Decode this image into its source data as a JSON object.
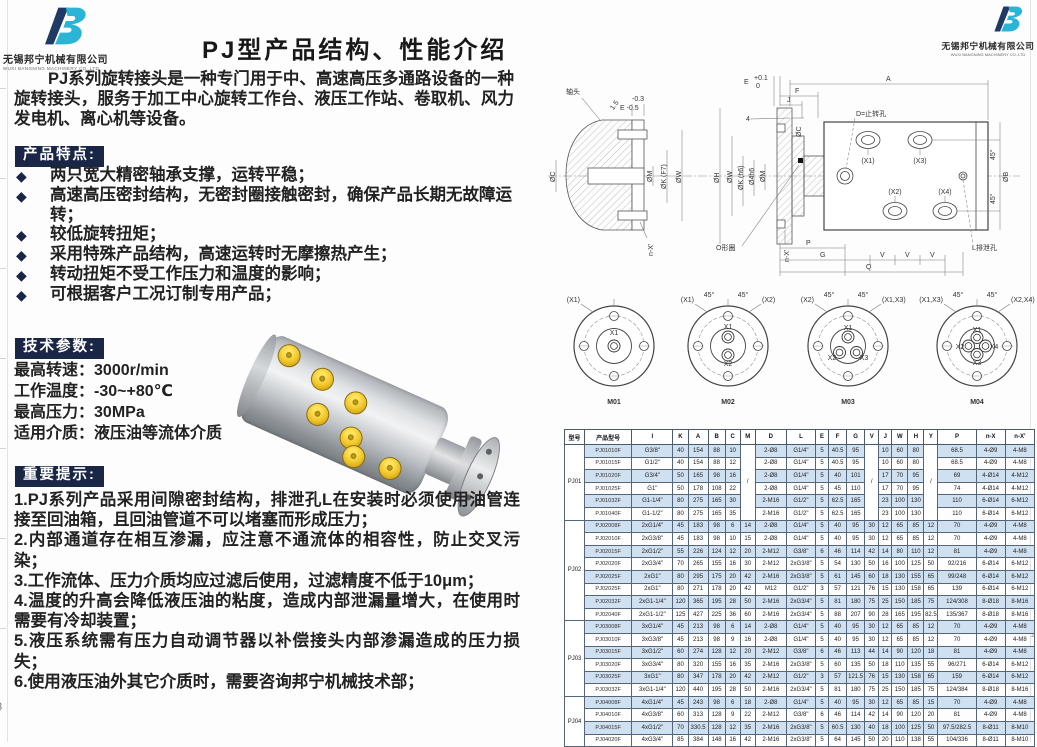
{
  "page": {
    "side_mark_left": "3",
    "side_mark_right": "2"
  },
  "ui": {
    "bullet": "◆"
  },
  "logo": {
    "company_cn": "无锡邦宁机械有限公司",
    "company_en": "WUXI BANGNING MACHINERY CO.,LTD"
  },
  "header": {
    "title": "PJ型产品结构、性能介绍"
  },
  "intro": "PJ系列旋转接头是一种专门用于中、高速高压多通路设备的一种旋转接头，服务于加工中心旋转工作台、液压工作站、卷取机、风力发电机、离心机等设备。",
  "features": {
    "heading": "产品特点:",
    "items": [
      "两只宽大精密轴承支撑，运转平稳；",
      "高速高压密封结构，无密封圈接触密封，确保产品长期无故障运转；",
      "较低旋转扭矩；",
      "采用特殊产品结构，高速运转时无摩擦热产生；",
      "转动扭矩不受工作压力和温度的影响；",
      "可根据客户工况订制专用产品；"
    ]
  },
  "tech_params": {
    "heading": "技术参数:",
    "items": [
      {
        "label": "最高转速：",
        "value": "3000r/min"
      },
      {
        "label": "工作温度：",
        "value": "-30~+80℃"
      },
      {
        "label": "最高压力：",
        "value": "30MPa"
      },
      {
        "label": "适用介质：",
        "value": "液压油等流体介质"
      }
    ]
  },
  "notes": {
    "heading": "重要提示:",
    "items": [
      "1.PJ系列产品采用间隙密封结构，排泄孔L在安装时必须使用油管连接至回油箱，且回油管道不可以堵塞而形成压力；",
      "2.内部通道存在相互渗漏，应注意不通流体的相容性，防止交叉污染；",
      "3.工作流体、压力介质均应过滤后使用，过滤精度不低于10μm；",
      "4.温度的升高会降低液压油的粘度，造成内部泄漏量增大，在使用时需要有冷却装置；",
      "5.液压系统需有压力自动调节器以补偿接头内部渗漏造成的压力损失；",
      "6.使用液压油外其它介质时，需要咨询邦宁机械技术部；"
    ]
  },
  "drawing": {
    "labels": {
      "shaft_head": "轴头",
      "tol_top": "-0.3",
      "tol_bottom": "E -0.5",
      "chamfer": "1.5",
      "phi_c": "ØC",
      "phi_m": "ØM",
      "phi_k_f7": "ØK (F7)",
      "phi_w": "ØW",
      "n_x": "n-X'",
      "e": "E",
      "e_plus": "+0.1",
      "e_zero": "0",
      "dim_4": "4",
      "f": "F",
      "j": "J",
      "a": "A",
      "d_hole": "D=止转孔",
      "x1": "(X1)",
      "x2": "(X2)",
      "x3": "(X3)",
      "x4": "(X4)",
      "phi_b": "ØB",
      "deg45": "45°",
      "phi_h": "ØH",
      "phi_k_h6": "ØK (h6)",
      "phi_4h6": "Ø4h6",
      "o_ring": "O形圈",
      "l_hole": "L排泄孔",
      "p": "P",
      "g": "G",
      "v": "V",
      "q": "Q"
    },
    "views": [
      {
        "name": "M01",
        "left_label": "(X1)",
        "right_label": "",
        "deg_left": "",
        "deg_right": "",
        "ports": [
          "X1"
        ]
      },
      {
        "name": "M02",
        "left_label": "(X1)",
        "right_label": "(X2)",
        "deg_left": "45°",
        "deg_right": "45°",
        "ports": [
          "X1",
          "X2"
        ]
      },
      {
        "name": "M03",
        "left_label": "(X2)",
        "right_label": "(X1,X3)",
        "deg_left": "45°",
        "deg_right": "45°",
        "ports": [
          "X1",
          "X2",
          "X3"
        ]
      },
      {
        "name": "M04",
        "left_label": "(X1,X3)",
        "right_label": "(X2,X4)",
        "deg_left": "45°",
        "deg_right": "45°",
        "ports": [
          "X1",
          "X2",
          "X3",
          "X4"
        ]
      }
    ]
  },
  "table": {
    "headers": [
      "型号",
      "产品型号",
      "I",
      "K",
      "A",
      "B",
      "C",
      "M",
      "D",
      "L",
      "E",
      "F",
      "G",
      "V",
      "J",
      "W",
      "H",
      "Y",
      "P",
      "n-X",
      "n-X'"
    ],
    "groups": [
      {
        "model": "PJ01",
        "span_value": "/",
        "rows": [
          [
            "PJ01010F",
            "G3/8\"",
            "40",
            "154",
            "88",
            "10",
            null,
            "2-Ø8",
            "G1/4\"",
            "5",
            "40.5",
            "95",
            null,
            "10",
            "60",
            "80",
            null,
            "68.5",
            "4-Ø9",
            "4-M8"
          ],
          [
            "PJ01015F",
            "G1/2\"",
            "40",
            "154",
            "88",
            "12",
            null,
            "2-Ø8",
            "G1/4\"",
            "5",
            "40.5",
            "95",
            null,
            "10",
            "60",
            "80",
            null,
            "68.5",
            "4-Ø9",
            "4-M8"
          ],
          [
            "PJ01020F",
            "G3/4\"",
            "50",
            "165",
            "98",
            "16",
            null,
            "2-Ø8",
            "G1/4\"",
            "5",
            "40",
            "101",
            null,
            "17",
            "70",
            "95",
            null,
            "69",
            "4-Ø14",
            "4-M12"
          ],
          [
            "PJ01025F",
            "G1\"",
            "50",
            "178",
            "108",
            "22",
            null,
            "2-Ø8",
            "G1/4\"",
            "5",
            "45",
            "110",
            null,
            "17",
            "70",
            "95",
            null,
            "74",
            "4-Ø14",
            "4-M12"
          ],
          [
            "PJ01032F",
            "G1-1/4\"",
            "80",
            "275",
            "165",
            "30",
            null,
            "2-M16",
            "G1/2\"",
            "5",
            "62.5",
            "165",
            null,
            "23",
            "100",
            "130",
            null,
            "110",
            "6-Ø14",
            "6-M12"
          ],
          [
            "PJ01040F",
            "G1-1/2\"",
            "80",
            "275",
            "165",
            "35",
            null,
            "2-M16",
            "G1/2\"",
            "5",
            "62.5",
            "165",
            null,
            "23",
            "100",
            "130",
            null,
            "110",
            "6-Ø14",
            "6-M12"
          ]
        ]
      },
      {
        "model": "PJ02",
        "span_value": "",
        "rows": [
          [
            "PJ02008F",
            "2xG1/4\"",
            "45",
            "183",
            "98",
            "6",
            "14",
            "2-Ø8",
            "G1/4\"",
            "5",
            "40",
            "95",
            "30",
            "12",
            "65",
            "85",
            "12",
            "70",
            "4-Ø9",
            "4-M8"
          ],
          [
            "PJ02010F",
            "2xG3/8\"",
            "45",
            "183",
            "98",
            "10",
            "15",
            "2-Ø8",
            "G1/4\"",
            "5",
            "40",
            "95",
            "30",
            "12",
            "65",
            "85",
            "12",
            "70",
            "4-Ø9",
            "4-M8"
          ],
          [
            "PJ02015F",
            "2xG1/2\"",
            "55",
            "226",
            "124",
            "12",
            "20",
            "2-M12",
            "G3/8\"",
            "6",
            "46",
            "114",
            "42",
            "14",
            "80",
            "110",
            "12",
            "81",
            "4-Ø9",
            "4-M8"
          ],
          [
            "PJ02020F",
            "2xG3/4\"",
            "70",
            "265",
            "155",
            "16",
            "30",
            "2-M12",
            "2xG3/8\"",
            "5",
            "54",
            "130",
            "50",
            "16",
            "100",
            "125",
            "50",
            "92/216",
            "6-Ø14",
            "6-M12"
          ],
          [
            "PJ02025F",
            "2xG1\"",
            "80",
            "295",
            "175",
            "20",
            "42",
            "2-M16",
            "2xG3/8\"",
            "5",
            "61",
            "145",
            "60",
            "18",
            "130",
            "155",
            "65",
            "99/248",
            "6-Ø14",
            "6-M12"
          ],
          [
            "PJ02025F",
            "2xG1\"",
            "80",
            "271",
            "178",
            "20",
            "42",
            "M12",
            "G1/2\"",
            "3",
            "57",
            "121",
            "76",
            "15",
            "130",
            "158",
            "65",
            "139",
            "6-Ø14",
            "6-M12"
          ],
          [
            "PJ02032F",
            "2xG1-1/4\"",
            "120",
            "365",
            "195",
            "28",
            "50",
            "2-M16",
            "2xG3/4\"",
            "5",
            "81",
            "180",
            "75",
            "25",
            "150",
            "185",
            "75",
            "124/308",
            "8-Ø18",
            "8-M16"
          ],
          [
            "PJ02040F",
            "2xG1-1/2\"",
            "125",
            "427",
            "225",
            "36",
            "60",
            "2-M16",
            "2xG3/4\"",
            "5",
            "88",
            "207",
            "90",
            "28",
            "165",
            "195",
            "82.5",
            "135/367",
            "8-Ø18",
            "8-M16"
          ]
        ]
      },
      {
        "model": "PJ03",
        "span_value": "",
        "rows": [
          [
            "PJ03008F",
            "3xG1/4\"",
            "45",
            "213",
            "98",
            "6",
            "14",
            "2-Ø8",
            "G1/4\"",
            "5",
            "40",
            "95",
            "30",
            "12",
            "65",
            "85",
            "12",
            "70",
            "4-Ø9",
            "4-M8"
          ],
          [
            "PJ03010F",
            "3xG3/8\"",
            "45",
            "213",
            "98",
            "9",
            "16",
            "2-Ø8",
            "G1/4\"",
            "5",
            "40",
            "95",
            "30",
            "12",
            "65",
            "85",
            "12",
            "70",
            "4-Ø9",
            "4-M8"
          ],
          [
            "PJ03015F",
            "3xG1/2\"",
            "60",
            "274",
            "128",
            "12",
            "20",
            "2-M12",
            "G3/8\"",
            "6",
            "46",
            "113",
            "44",
            "14",
            "90",
            "120",
            "18",
            "81",
            "4-Ø9",
            "4-M8"
          ],
          [
            "PJ03020F",
            "3xG3/4\"",
            "80",
            "320",
            "155",
            "16",
            "35",
            "2-M16",
            "2xG3/8\"",
            "5",
            "60",
            "135",
            "50",
            "18",
            "110",
            "135",
            "55",
            "96/271",
            "6-Ø14",
            "6-M12"
          ],
          [
            "PJ03025F",
            "3xG1\"",
            "80",
            "347",
            "178",
            "20",
            "42",
            "2-M12",
            "G1/2\"",
            "3",
            "57",
            "121.5",
            "76",
            "15",
            "130",
            "158",
            "65",
            "159",
            "6-Ø14",
            "6-M12"
          ],
          [
            "PJ03032F",
            "3xG1-1/4\"",
            "120",
            "440",
            "195",
            "28",
            "50",
            "2-M16",
            "2xG3/4\"",
            "5",
            "81",
            "180",
            "75",
            "25",
            "150",
            "185",
            "75",
            "124/384",
            "8-Ø18",
            "8-M16"
          ]
        ]
      },
      {
        "model": "PJ04",
        "span_value": "",
        "rows": [
          [
            "PJ04008F",
            "4xG1/4\"",
            "45",
            "243",
            "98",
            "6",
            "18",
            "2-Ø8",
            "G1/4\"",
            "5",
            "40",
            "95",
            "30",
            "12",
            "65",
            "85",
            "15",
            "70",
            "4-Ø9",
            "4-M8"
          ],
          [
            "PJ04010F",
            "4xG3/8\"",
            "60",
            "313",
            "128",
            "9",
            "22",
            "2-M12",
            "G3/8\"",
            "6",
            "46",
            "114",
            "42",
            "14",
            "90",
            "120",
            "20",
            "81",
            "4-Ø9",
            "4-M8"
          ],
          [
            "PJ04015F",
            "4xG1/2\"",
            "70",
            "330.5",
            "128",
            "12",
            "35",
            "2-M16",
            "2xG3/8\"",
            "5",
            "60.5",
            "130",
            "40",
            "18",
            "100",
            "125",
            "50",
            "97.5/282.5",
            "8-Ø11",
            "8-M10"
          ],
          [
            "PJ04020F",
            "4xG3/4\"",
            "85",
            "384",
            "148",
            "16",
            "42",
            "2-M16",
            "2xG3/8\"",
            "5",
            "64",
            "145",
            "50",
            "20",
            "110",
            "138",
            "55",
            "104/336",
            "8-Ø11",
            "8-M10"
          ]
        ]
      }
    ]
  }
}
